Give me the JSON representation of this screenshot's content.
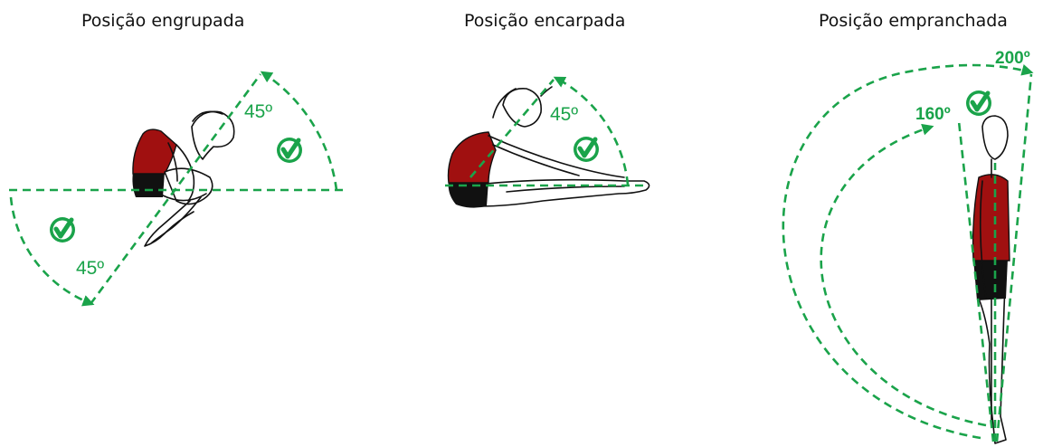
{
  "titles": {
    "tuck": "Posição engrupada",
    "pike": "Posição encarpada",
    "straight": "Posição empranchada"
  },
  "angles": {
    "tuck_upper": "45º",
    "tuck_lower": "45º",
    "pike": "45º",
    "straight_inner": "160º",
    "straight_outer": "200º"
  },
  "colors": {
    "guide": "#1aa34a",
    "suit_red": "#a01010",
    "suit_black": "#111111"
  },
  "icons": [
    "check-circle-icon"
  ]
}
